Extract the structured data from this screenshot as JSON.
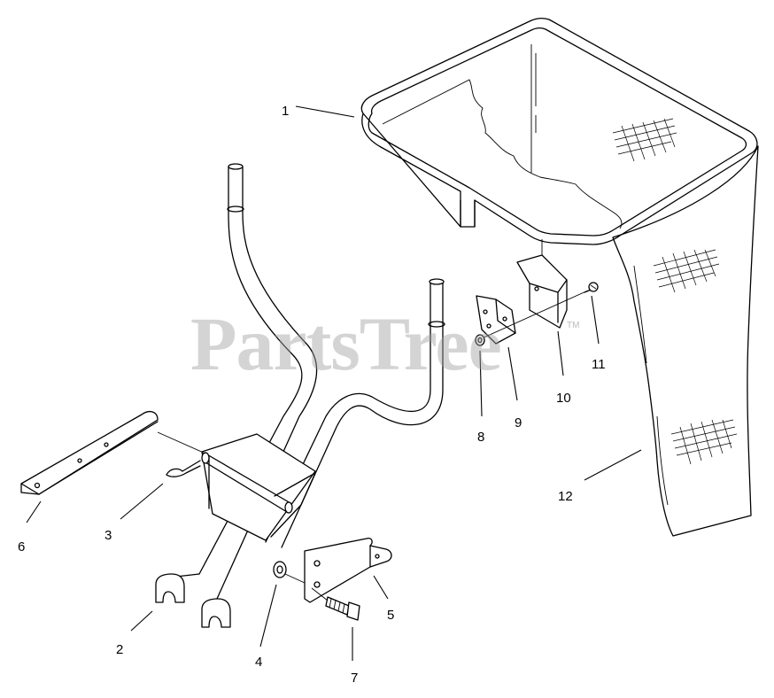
{
  "watermark": {
    "text": "PartsTree",
    "trademark": "TM"
  },
  "callouts": [
    {
      "id": "1",
      "label": "1"
    },
    {
      "id": "2",
      "label": "2"
    },
    {
      "id": "3",
      "label": "3"
    },
    {
      "id": "4",
      "label": "4"
    },
    {
      "id": "5",
      "label": "5"
    },
    {
      "id": "6",
      "label": "6"
    },
    {
      "id": "7",
      "label": "7"
    },
    {
      "id": "8",
      "label": "8"
    },
    {
      "id": "9",
      "label": "9"
    },
    {
      "id": "10",
      "label": "10"
    },
    {
      "id": "11",
      "label": "11"
    },
    {
      "id": "12",
      "label": "12"
    }
  ]
}
